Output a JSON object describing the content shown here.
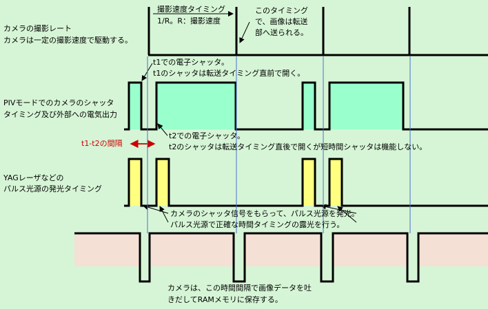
{
  "colors": {
    "background": "#d6f5d6",
    "signal_line": "#000000",
    "shutter_fill": "#99ffcc",
    "pulse_fill": "#ffff80",
    "memory_fill": "#f5e0d6",
    "sync_line": "#4a6fd0",
    "interval_marker": "#cc0000"
  },
  "labels": {
    "camera_rate": [
      "カメラの撮影レート",
      "カメラは一定の撮影速度で駆動する。"
    ],
    "shooting_speed_timing": [
      "撮影速度タイミング",
      "1/R。R：撮影速度"
    ],
    "transfer_timing": [
      "このタイミング",
      "で、画像は転送",
      "部へ送られる。"
    ],
    "t1_shutter": [
      "t1での電子シャッタ。",
      "t1のシャッタは転送タイミング直前で開く。"
    ],
    "piv_mode": [
      "PIVモードでのカメラのシャッタ",
      "タイミング及び外部への電気出力"
    ],
    "t2_shutter": [
      "t2での電子シャッタ。",
      "t2のシャッタは転送タイミング直後で開くが短時間シャッタは機能しない。"
    ],
    "interval": "t1-t2の間隔",
    "yag_laser": [
      "YAGレーザなどの",
      "パルス光源の発光タイミング"
    ],
    "pulse_sync": [
      "カメラのシャッタ信号をもらって、パルス光源を発光。",
      "パルス光源で正確な時間タイミングの露光を行う。"
    ],
    "memory_transfer": [
      "カメラは、この時間間隔で画像データを吐",
      "きだしてRAMメモリに保存する。"
    ]
  }
}
